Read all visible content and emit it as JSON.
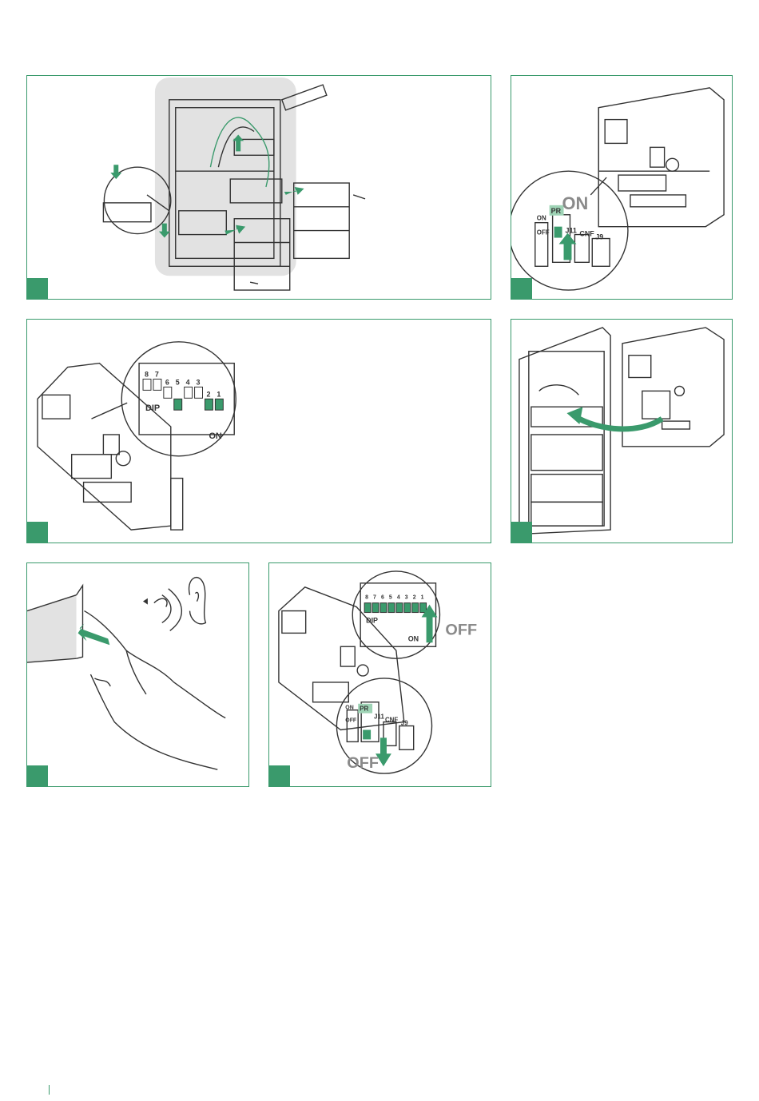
{
  "colors": {
    "accent": "#3a9a6c",
    "accent_light": "#9ed3b5",
    "line": "#333333",
    "shade": "#e2e2e2"
  },
  "panel2": {
    "big_label": "ON",
    "labels": {
      "on": "ON",
      "off": "OFF",
      "pr": "PR",
      "j11": "J11",
      "cnf": "CNF",
      "j9": "J9"
    }
  },
  "panel3": {
    "dip_label": "DIP",
    "on_label": "ON",
    "numbers": [
      "8",
      "7",
      "6",
      "5",
      "4",
      "3",
      "2",
      "1"
    ]
  },
  "panel6": {
    "big_off_top": "OFF",
    "big_off_bottom": "OFF",
    "dip_label": "DIP",
    "on_label": "ON",
    "numbers": [
      "8",
      "7",
      "6",
      "5",
      "4",
      "3",
      "2",
      "1"
    ],
    "labels": {
      "on": "ON",
      "off": "OFF",
      "pr": "PR",
      "j11": "J11",
      "cnf": "CNF",
      "j9": "J9"
    }
  }
}
